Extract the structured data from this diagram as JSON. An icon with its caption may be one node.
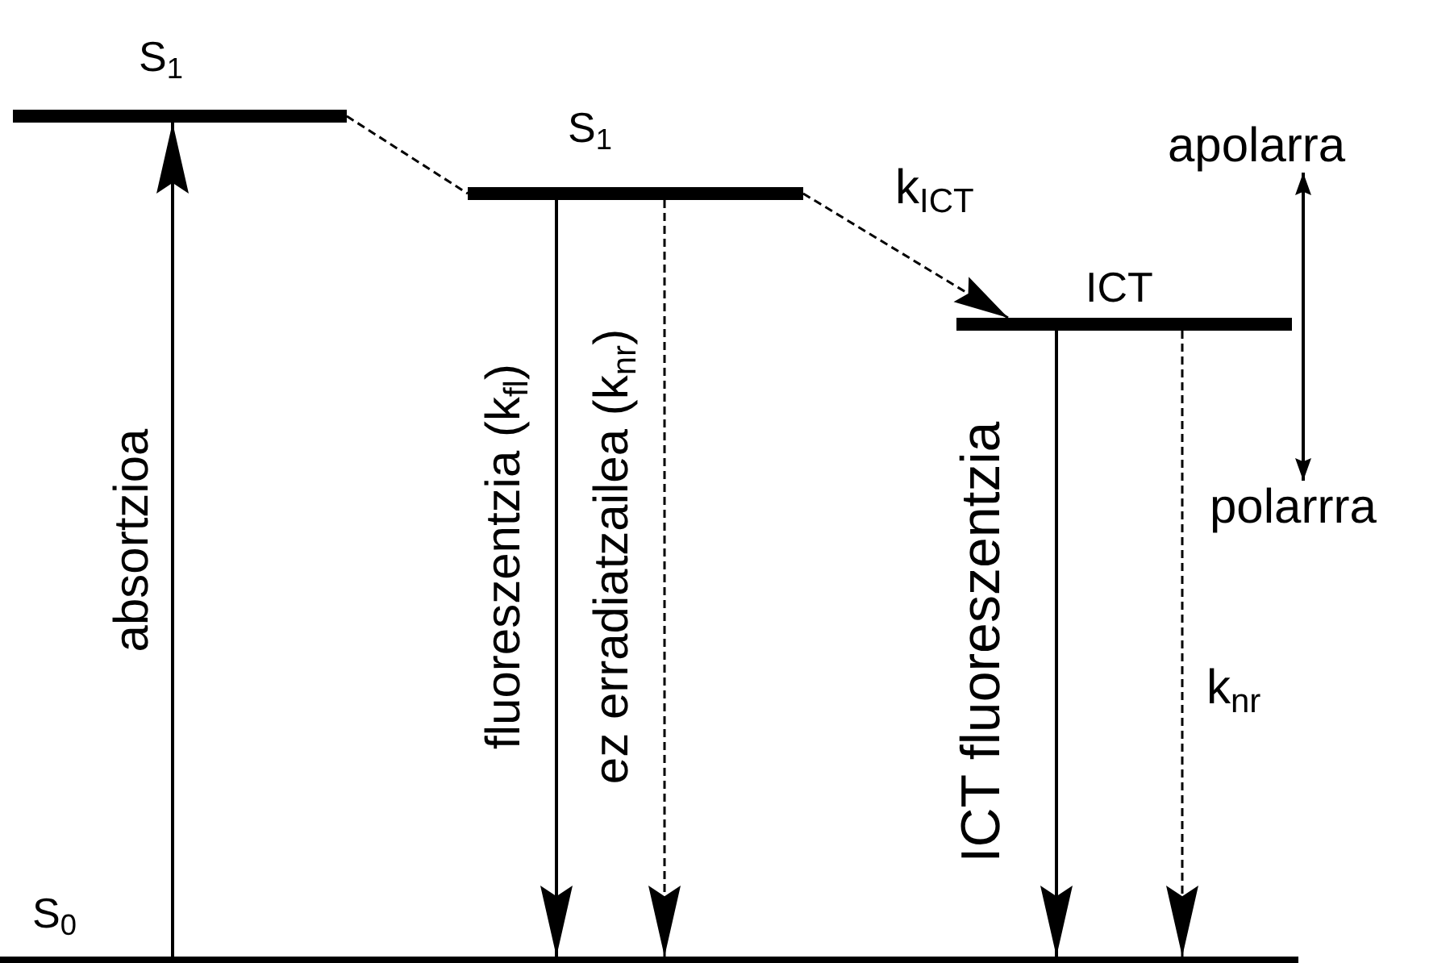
{
  "diagram": {
    "nodes": [
      {
        "text": [
          "S$_{1}$"
        ]
      },
      {
        "text": [
          "S$_{1}$"
        ]
      },
      {
        "text": [
          "ICT"
        ]
      },
      {
        "text": [
          "S$_{0}$"
        ]
      },
      {
        "text": [
          "apolarra"
        ]
      },
      {
        "text": [
          "polarrra"
        ]
      }
    ],
    "edges": [
      {
        "from": 3,
        "to": 0,
        "arrow": "to",
        "label": "absortzioa"
      },
      {
        "from": 0,
        "to": 1,
        "arrow": "none",
        "style": "dashed"
      },
      {
        "from": 1,
        "to": 3,
        "arrow": "to",
        "label": "fluoreszentzia (k$_{fl}$)"
      },
      {
        "from": 1,
        "to": 3,
        "arrow": "to",
        "style": "dashed",
        "label": "ez erradiatzailea (k$_{nr}$)"
      },
      {
        "from": 1,
        "to": 2,
        "arrow": "to",
        "style": "dashed",
        "label": "k$_{ICT}$"
      },
      {
        "from": 2,
        "to": 3,
        "arrow": "to",
        "label": "ICT fluoreszentzia"
      },
      {
        "from": 2,
        "to": 3,
        "arrow": "to",
        "style": "dashed",
        "label": "k$_{nr}$"
      },
      {
        "from": 4,
        "to": 5,
        "arrow": "both"
      }
    ]
  }
}
